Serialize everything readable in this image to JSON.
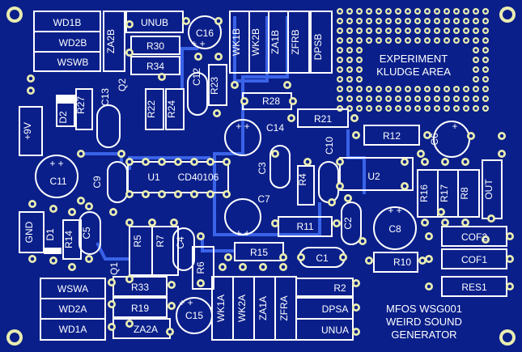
{
  "board": {
    "colors": {
      "pcb": "#0a1f8a",
      "trace": "#3a63e8",
      "silk": "#ffffff",
      "pad": "#e9edb0",
      "hole": "#0a1f8a"
    }
  },
  "labels": {
    "wd1b": "WD1B",
    "wd2b": "WD2B",
    "wswb": "WSWB",
    "za2b": "ZA2B",
    "unub": "UNUB",
    "r30": "R30",
    "r34": "R34",
    "c16": "C16",
    "wk1b": "WK1B",
    "wk2b": "WK2B",
    "za1b": "ZA1B",
    "zfrb": "ZFRB",
    "dpsb": "DPSB",
    "q2": "Q2",
    "c12": "C12",
    "r23": "R23",
    "c13": "C13",
    "r27": "R27",
    "d2": "D2",
    "r22": "R22",
    "r24": "R24",
    "r28": "R28",
    "c14": "C14",
    "r21": "R21",
    "r12": "R12",
    "c6": "C6",
    "plus9v": "+9V",
    "c11": "C11",
    "c9": "C9",
    "u1": "U1",
    "cd40106": "CD40106",
    "c3": "C3",
    "c10": "C10",
    "r4": "R4",
    "u2": "U2",
    "r16": "R16",
    "r17": "R17",
    "r8": "R8",
    "out": "OUT",
    "c7": "C7",
    "r11": "R11",
    "c2": "C2",
    "c8": "C8",
    "gnd": "GND",
    "d1": "D1",
    "r14": "R14",
    "c5": "C5",
    "r5": "R5",
    "r7": "R7",
    "c4": "C4",
    "r15": "R15",
    "c1": "C1",
    "r10": "R10",
    "cof2": "COF2",
    "cof1": "COF1",
    "q1": "Q1",
    "r6": "R6",
    "wswa": "WSWA",
    "wd2a": "WD2A",
    "wd1a": "WD1A",
    "r33": "R33",
    "r19": "R19",
    "za2a": "ZA2A",
    "c15": "C15",
    "wk1a": "WK1A",
    "wk2a": "WK2A",
    "za1a": "ZA1A",
    "zfra": "ZFRA",
    "r2": "R2",
    "dpsa": "DPSA",
    "unua": "UNUA",
    "res1": "RES1",
    "kludge1": "EXPERIMENT",
    "kludge2": "KLUDGE AREA",
    "title1": "MFOS WSG001",
    "title2": "WEIRD SOUND",
    "title3": "GENERATOR"
  }
}
